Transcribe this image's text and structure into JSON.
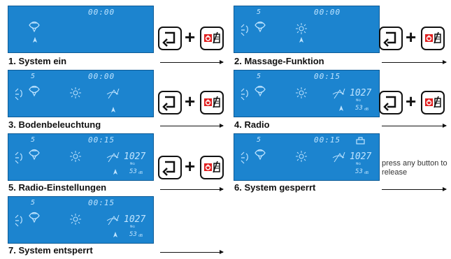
{
  "panels": [
    {
      "caption": "1. System ein",
      "channel": "",
      "time": "00:00",
      "show_massage": false,
      "show_light": false,
      "show_radio": false,
      "show_lock": false,
      "freq": "",
      "freq_unit": "",
      "volume": "",
      "vol_unit": ""
    },
    {
      "caption": "2. Massage-Funktion",
      "channel": "5",
      "time": "00:00",
      "show_massage": true,
      "show_light": true,
      "show_radio": false,
      "show_lock": false,
      "freq": "",
      "freq_unit": "",
      "volume": "",
      "vol_unit": ""
    },
    {
      "caption": "3. Bodenbeleuchtung",
      "channel": "5",
      "time": "00:00",
      "show_massage": true,
      "show_light": true,
      "show_radio": true,
      "show_lock": false,
      "freq": "",
      "freq_unit": "",
      "volume": "",
      "vol_unit": ""
    },
    {
      "caption": "4. Radio",
      "channel": "5",
      "time": "00:15",
      "show_massage": true,
      "show_light": true,
      "show_radio": true,
      "show_lock": false,
      "freq": "1027",
      "freq_unit": "MHz",
      "volume": "53",
      "vol_unit": "dB"
    },
    {
      "caption": "5. Radio-Einstellungen",
      "channel": "5",
      "time": "00:15",
      "show_massage": true,
      "show_light": true,
      "show_radio": true,
      "show_lock": false,
      "freq": "1027",
      "freq_unit": "MHz",
      "volume": "53",
      "vol_unit": "dB"
    },
    {
      "caption": "6. System gesperrt",
      "channel": "5",
      "time": "00:15",
      "show_massage": true,
      "show_light": true,
      "show_radio": true,
      "show_lock": true,
      "freq": "1027",
      "freq_unit": "MHz",
      "volume": "53",
      "vol_unit": "dB"
    },
    {
      "caption": "7. System entsperrt",
      "channel": "5",
      "time": "00:15",
      "show_massage": true,
      "show_light": true,
      "show_radio": true,
      "show_lock": false,
      "freq": "1027",
      "freq_unit": "MHz",
      "volume": "53",
      "vol_unit": "dB"
    }
  ],
  "release_text": "press any button to release",
  "icons": {
    "enter": "enter-icon",
    "power": "power-menu-icon",
    "seat": "seat-icon",
    "massage": "massage-icon",
    "light": "light-icon",
    "radio": "radio-icon",
    "lock": "lock-icon",
    "antenna": "antenna-icon"
  },
  "colors": {
    "lcd_bg": "#1c84cf",
    "lcd_fg": "#bfe4ff",
    "power_red": "#e01d1d"
  }
}
